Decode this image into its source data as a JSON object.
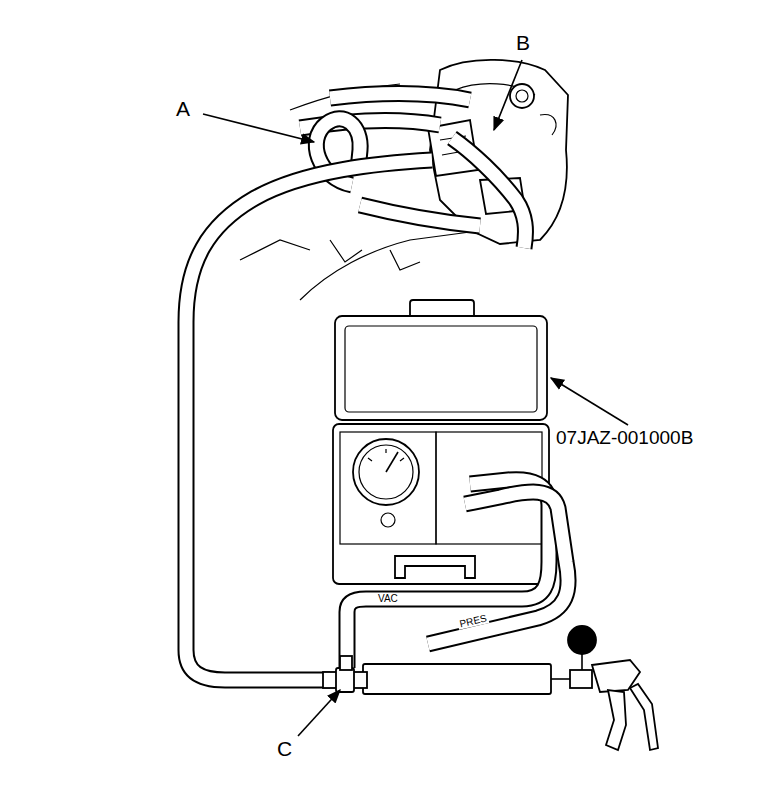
{
  "diagram": {
    "labels": [
      "A",
      "B",
      "07JAZ-001000B",
      "VAC",
      "PRES",
      "C"
    ]
  }
}
